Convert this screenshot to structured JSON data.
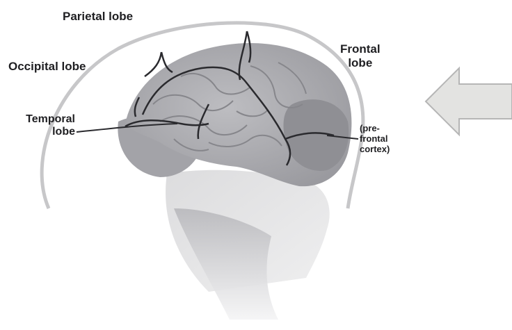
{
  "labels": {
    "parietal": "Parietal lobe",
    "occipital": "Occipital lobe",
    "frontal": [
      "Frontal",
      "lobe"
    ],
    "temporal": [
      "Temporal",
      "lobe"
    ],
    "prefrontal": [
      "(pre-",
      "frontal",
      "cortex)"
    ]
  },
  "colors": {
    "background": "#ffffff",
    "brain_fill": "#a9a9ad",
    "prefrontal_fill": "#8f8f94",
    "head_outline": "#c7c7c9",
    "vessel": "#2a2a2e",
    "label_text": "#1f1f22",
    "arrow_fill": "#e3e3e1",
    "arrow_stroke": "#b5b5b5"
  },
  "icons": [
    "left-arrow-icon"
  ]
}
